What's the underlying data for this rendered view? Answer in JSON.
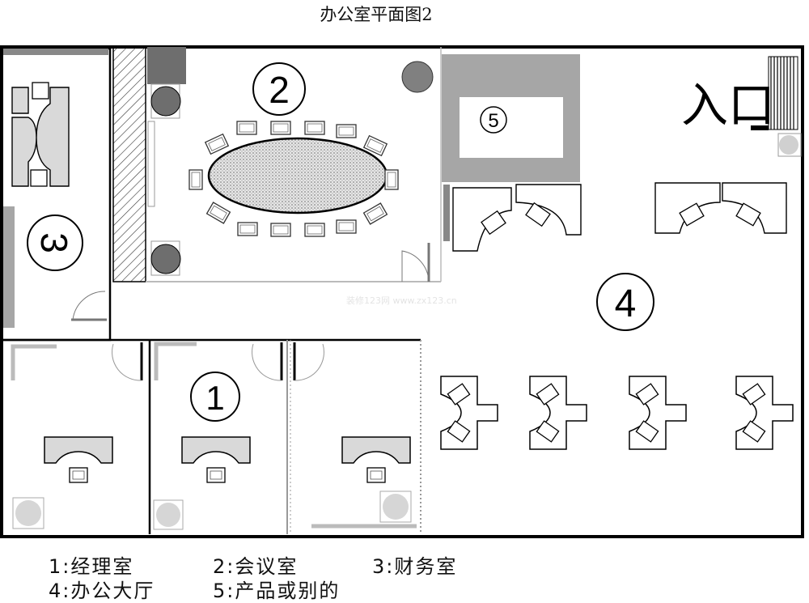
{
  "title": "办公室平面图2",
  "entrance_label": "入口",
  "room_numbers": {
    "r1": "1",
    "r2": "2",
    "r3": "3",
    "r4": "4",
    "r5": "5"
  },
  "legend": [
    "1:经理室",
    "2:会议室",
    "3:财务室",
    "4:办公大厅",
    "5:产品或别的"
  ],
  "watermark": "装修123网 www.zx123.cn",
  "colors": {
    "wall": "#000000",
    "gray_block": "#a6a6a6",
    "dark_fixture": "#6e6e6e",
    "light_fixture": "#d9d9d9"
  }
}
